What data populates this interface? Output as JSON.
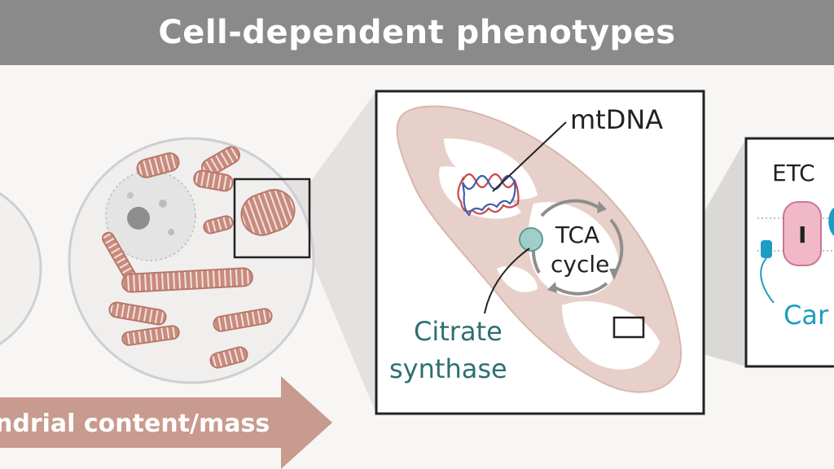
{
  "header": {
    "title": "Cell-dependent phenotypes"
  },
  "arrow": {
    "label": "ndrial content/mass",
    "color": "#c99a8e"
  },
  "zoom_panel": {
    "mtdna_label": "mtDNA",
    "tca_label_line1": "TCA",
    "tca_label_line2": "cycle",
    "citrate_line1": "Citrate",
    "citrate_line2": "synthase"
  },
  "etc_panel": {
    "title": "ETC",
    "complex_label": "I",
    "carrier_label": "Car"
  },
  "colors": {
    "header": "#8a8a8a",
    "mito_fill": "#e8d0ca",
    "mito_cristae": "#b9786a",
    "citrate": "#2e6f73",
    "carrier": "#1d9cc4",
    "complex_fill": "#f1b8c8",
    "complex_stroke": "#c77891"
  },
  "icons": [
    "cell-outline-icon",
    "nucleus-icon",
    "mitochondrion-icon",
    "mtdna-helix-icon",
    "citrate-synthase-icon",
    "etc-complex-icon"
  ]
}
